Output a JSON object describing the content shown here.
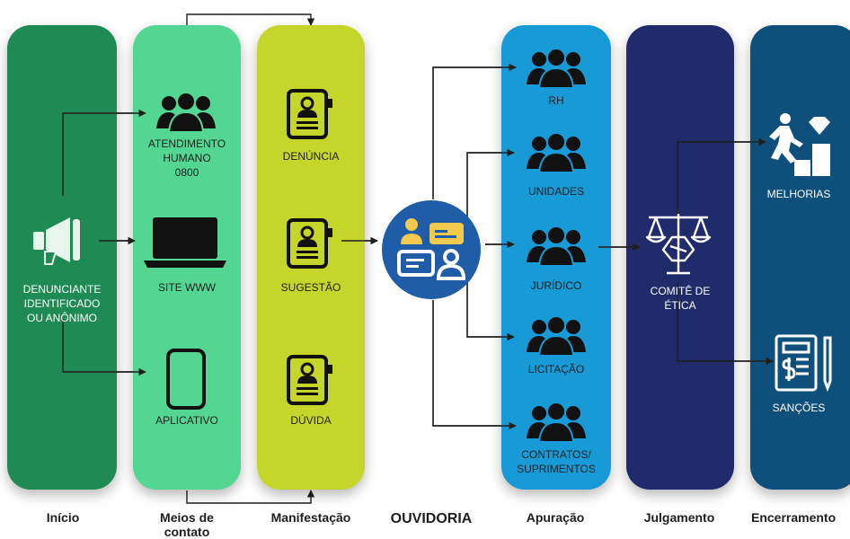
{
  "colors": {
    "inicio": "#1f8a53",
    "meios": "#53d691",
    "manifestacao": "#c6d52a",
    "ouvidoria": "#1f5da8",
    "apuracao": "#179ad6",
    "julgamento": "#1f2b6b",
    "encerramento": "#0f4f7c"
  },
  "nodes": {
    "denunciante": "DENUNCIANTE\nIDENTIFICADO\nOU ANÔNIMO",
    "atendimento": "ATENDIMENTO\nHUMANO\n0800",
    "site": "SITE WWW",
    "aplicativo": "APLICATIVO",
    "denuncia": "DENÚNCIA",
    "sugestao": "SUGESTÃO",
    "duvida": "DÚVIDA",
    "rh": "RH",
    "unidades": "UNIDADES",
    "juridico": "JURÍDICO",
    "licitacao": "LICITAÇÃO",
    "contratos": "CONTRATOS/\nSUPRIMENTOS",
    "comite": "COMITÊ DE\nÉTICA",
    "melhorias": "MELHORIAS",
    "sancoes": "SANÇÕES"
  },
  "footer": {
    "inicio": "Início",
    "meios": "Meios de\ncontato",
    "manifestacao": "Manifestação",
    "ouvidoria": "OUVIDORIA",
    "apuracao": "Apuração",
    "julgamento": "Julgamento",
    "encerramento": "Encerramento"
  },
  "icons": {
    "denunciante": "megaphone-icon",
    "atendimento": "people-group-icon",
    "site": "laptop-icon",
    "aplicativo": "smartphone-icon",
    "manifestacao": "contact-book-icon",
    "ouvidoria": "id-cards-icon",
    "apuracao": "people-group-icon",
    "comite": "justice-handshake-icon",
    "melhorias": "climbing-steps-icon",
    "sancoes": "invoice-icon"
  }
}
